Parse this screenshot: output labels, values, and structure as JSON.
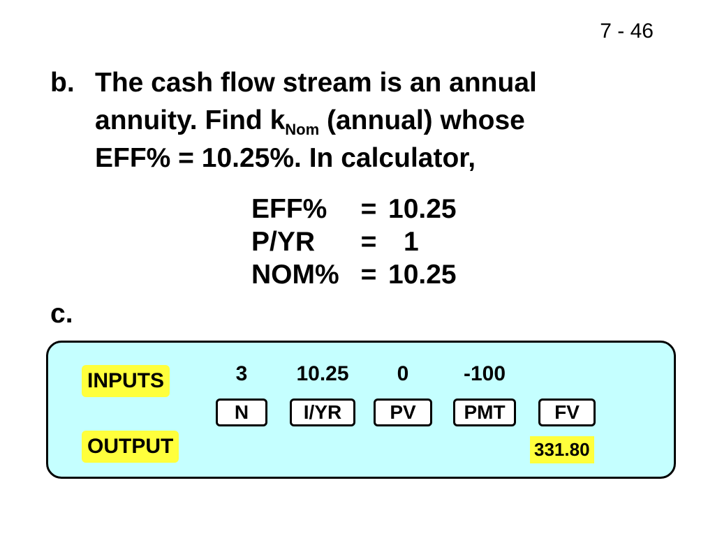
{
  "slide_number": "7 - 46",
  "part_b": {
    "marker": "b.",
    "line1": "The cash flow stream is an annual",
    "line2_before": "annuity.  Find k",
    "line2_sub": "Nom",
    "line2_after": " (annual) whose",
    "line3": "EFF% = 10.25%.  In calculator,"
  },
  "calc_lines": [
    {
      "label": "EFF%",
      "eq": "=",
      "value": "10.25"
    },
    {
      "label": "P/YR",
      "eq": "=",
      "value": "1"
    },
    {
      "label": "NOM%",
      "eq": "=",
      "value": "10.25"
    }
  ],
  "part_c": {
    "marker": "c."
  },
  "calculator": {
    "inputs_label": "INPUTS",
    "output_label": "OUTPUT",
    "input_values": [
      "3",
      "10.25",
      "0",
      "-100"
    ],
    "keys": [
      "N",
      "I/YR",
      "PV",
      "PMT",
      "FV"
    ],
    "output_value": "331.80"
  },
  "colors": {
    "panel_background": "#c5ffff",
    "highlight_yellow": "#ffff3c"
  }
}
